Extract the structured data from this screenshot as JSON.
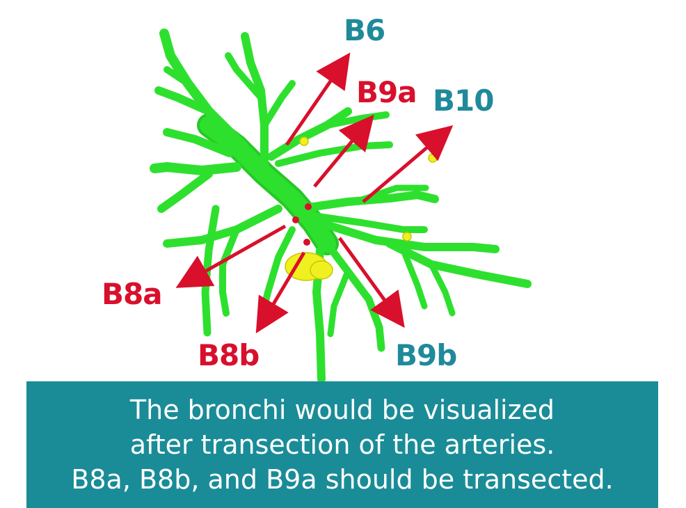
{
  "labels": {
    "b6": "B6",
    "b9a": "B9a",
    "b10": "B10",
    "b8a": "B8a",
    "b8b": "B8b",
    "b9b": "B9b"
  },
  "caption": {
    "line1": "The bronchi would be visualized",
    "line2": "after transection of the arteries.",
    "line3": "B8a, B8b, and B9a should be transected."
  },
  "colors": {
    "bronchi": "#2ee02e",
    "bronchi_shadow": "#1aa81a",
    "lymph_node": "#f0f020",
    "arrow_red": "#d8102c",
    "label_red": "#d8102c",
    "label_teal": "#1f8a9a",
    "caption_bg": "#1a8c97",
    "caption_text": "#ffffff"
  }
}
